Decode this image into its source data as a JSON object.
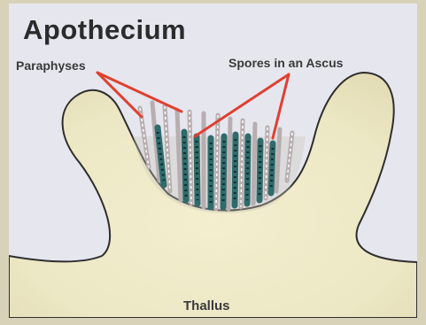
{
  "diagram": {
    "title": "Apothecium",
    "labels": {
      "paraphyses": "Paraphyses",
      "spores": "Spores in an Ascus",
      "thallus": "Thallus"
    },
    "colors": {
      "background": "#e6e6ef",
      "thallus_fill": "#efeccb",
      "thallus_stroke": "#2e2e2e",
      "pointer_lines": "#e04030",
      "ascus": "#2f6b6b",
      "paraphyses": "#d8d0d0"
    }
  }
}
